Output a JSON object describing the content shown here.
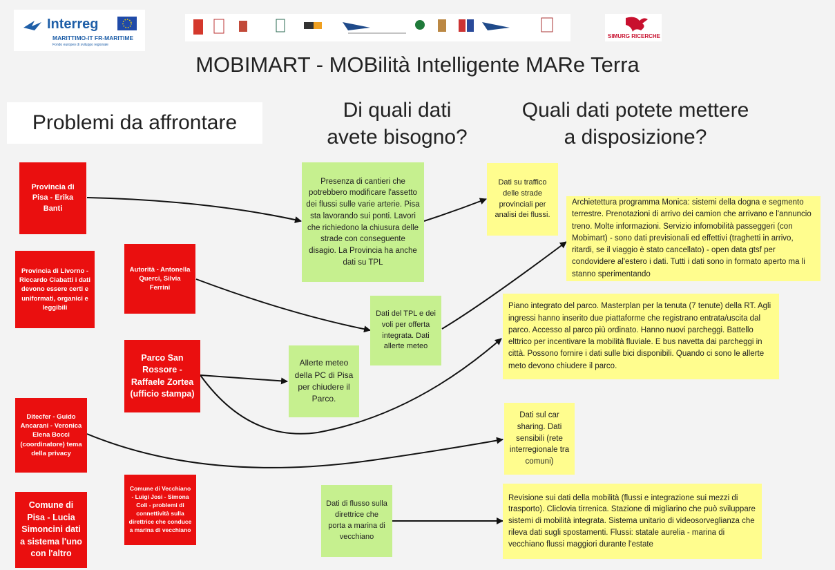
{
  "title": "MOBIMART - MOBilità Intelligente MARe Terra",
  "logos": {
    "interreg_name": "Interreg",
    "interreg_program": "MARITTIMO-IT FR-MARITIME",
    "interreg_fund": "Fondo europeo di sviluppo regionale",
    "simurg": "SIMURG RICERCHE"
  },
  "columns": {
    "problems": "Problemi da affrontare",
    "needs": "Di quali dati\navete bisogno?",
    "offer": "Quali dati potete mettere\na disposizione?"
  },
  "red_notes": [
    "Provincia di Pisa - Erika Banti",
    "Provincia di Livorno - Riccardo Ciabatti i dati devono essere certi e uniformati, organici e leggibili",
    "Autorità - Antonella Querci, Silvia Ferrini",
    "Parco San Rossore - Raffaele Zortea (ufficio stampa)",
    "Ditecfer - Guido Ancarani - Veronica Elena Bocci (coordinatore) tema della privacy",
    "Comune di Vecchiano - Luigi Josi - Simona Coli - problemi di connettività sulla direttrice che conduce a marina di vecchiano",
    "Comune di Pisa - Lucia Simoncini dati a sistema l'uno con l'altro"
  ],
  "green_notes": [
    "Presenza di cantieri che potrebbero modificare l'assetto dei flussi sulle varie arterie. Pisa sta lavorando sui ponti. Lavori che richiedono la chiusura delle strade con conseguente disagio. La Provincia ha anche dati su TPL",
    "Dati del TPL e dei voli per offerta integrata. Dati allerte meteo",
    "Allerte meteo della PC di Pisa per chiudere il Parco.",
    "Dati di flusso sulla direttrice che porta a marina di vecchiano"
  ],
  "yellow_notes": [
    "Dati su traffico delle strade provinciali per analisi dei flussi.",
    "Archietettura programma Monica: sistemi della dogna e segmento terrestre. Prenotazioni di arrivo dei camion che arrivano e l'annuncio treno. Molte informazioni. Servizio infomobilità passeggeri (con Mobimart) - sono dati previsionali ed effettivi (traghetti in arrivo, ritardi, se il viaggio è stato cancellato) - open data gtsf per condovidere al'estero i dati. Tutti i dati sono in formato aperto ma li stanno sperimentando",
    "Piano integrato del parco. Masterplan per la tenuta (7 tenute) della RT. Agli ingressi hanno inserito due piattaforme che registrano entrata/uscita dal parco. Accesso al parco più ordinato. Hanno nuovi parcheggi. Battello elttrico per incentivare la mobilità fluviale. E bus navetta dai parcheggi in città. Possono fornire i dati sulle bici disponibili. Quando ci sono le allerte meto devono chiudere il parco.",
    "Dati sul car sharing. Dati sensibili (rete interregionale tra comuni)",
    "Revisione sui dati della mobilità (flussi e integrazione sui mezzi di trasporto). Cliclovia tirrenica. Stazione di migliarino che può sviluppare sistemi di mobilità integrata. Sistema unitario di videosorveglianza che rileva dati sugli spostamenti. Flussi: statale aurelia - marina di vecchiano flussi maggiori durante l'estate"
  ],
  "colors": {
    "red": "#ea0f0f",
    "green": "#c6f08f",
    "yellow": "#fffd8e",
    "background": "#f3f3f3"
  }
}
